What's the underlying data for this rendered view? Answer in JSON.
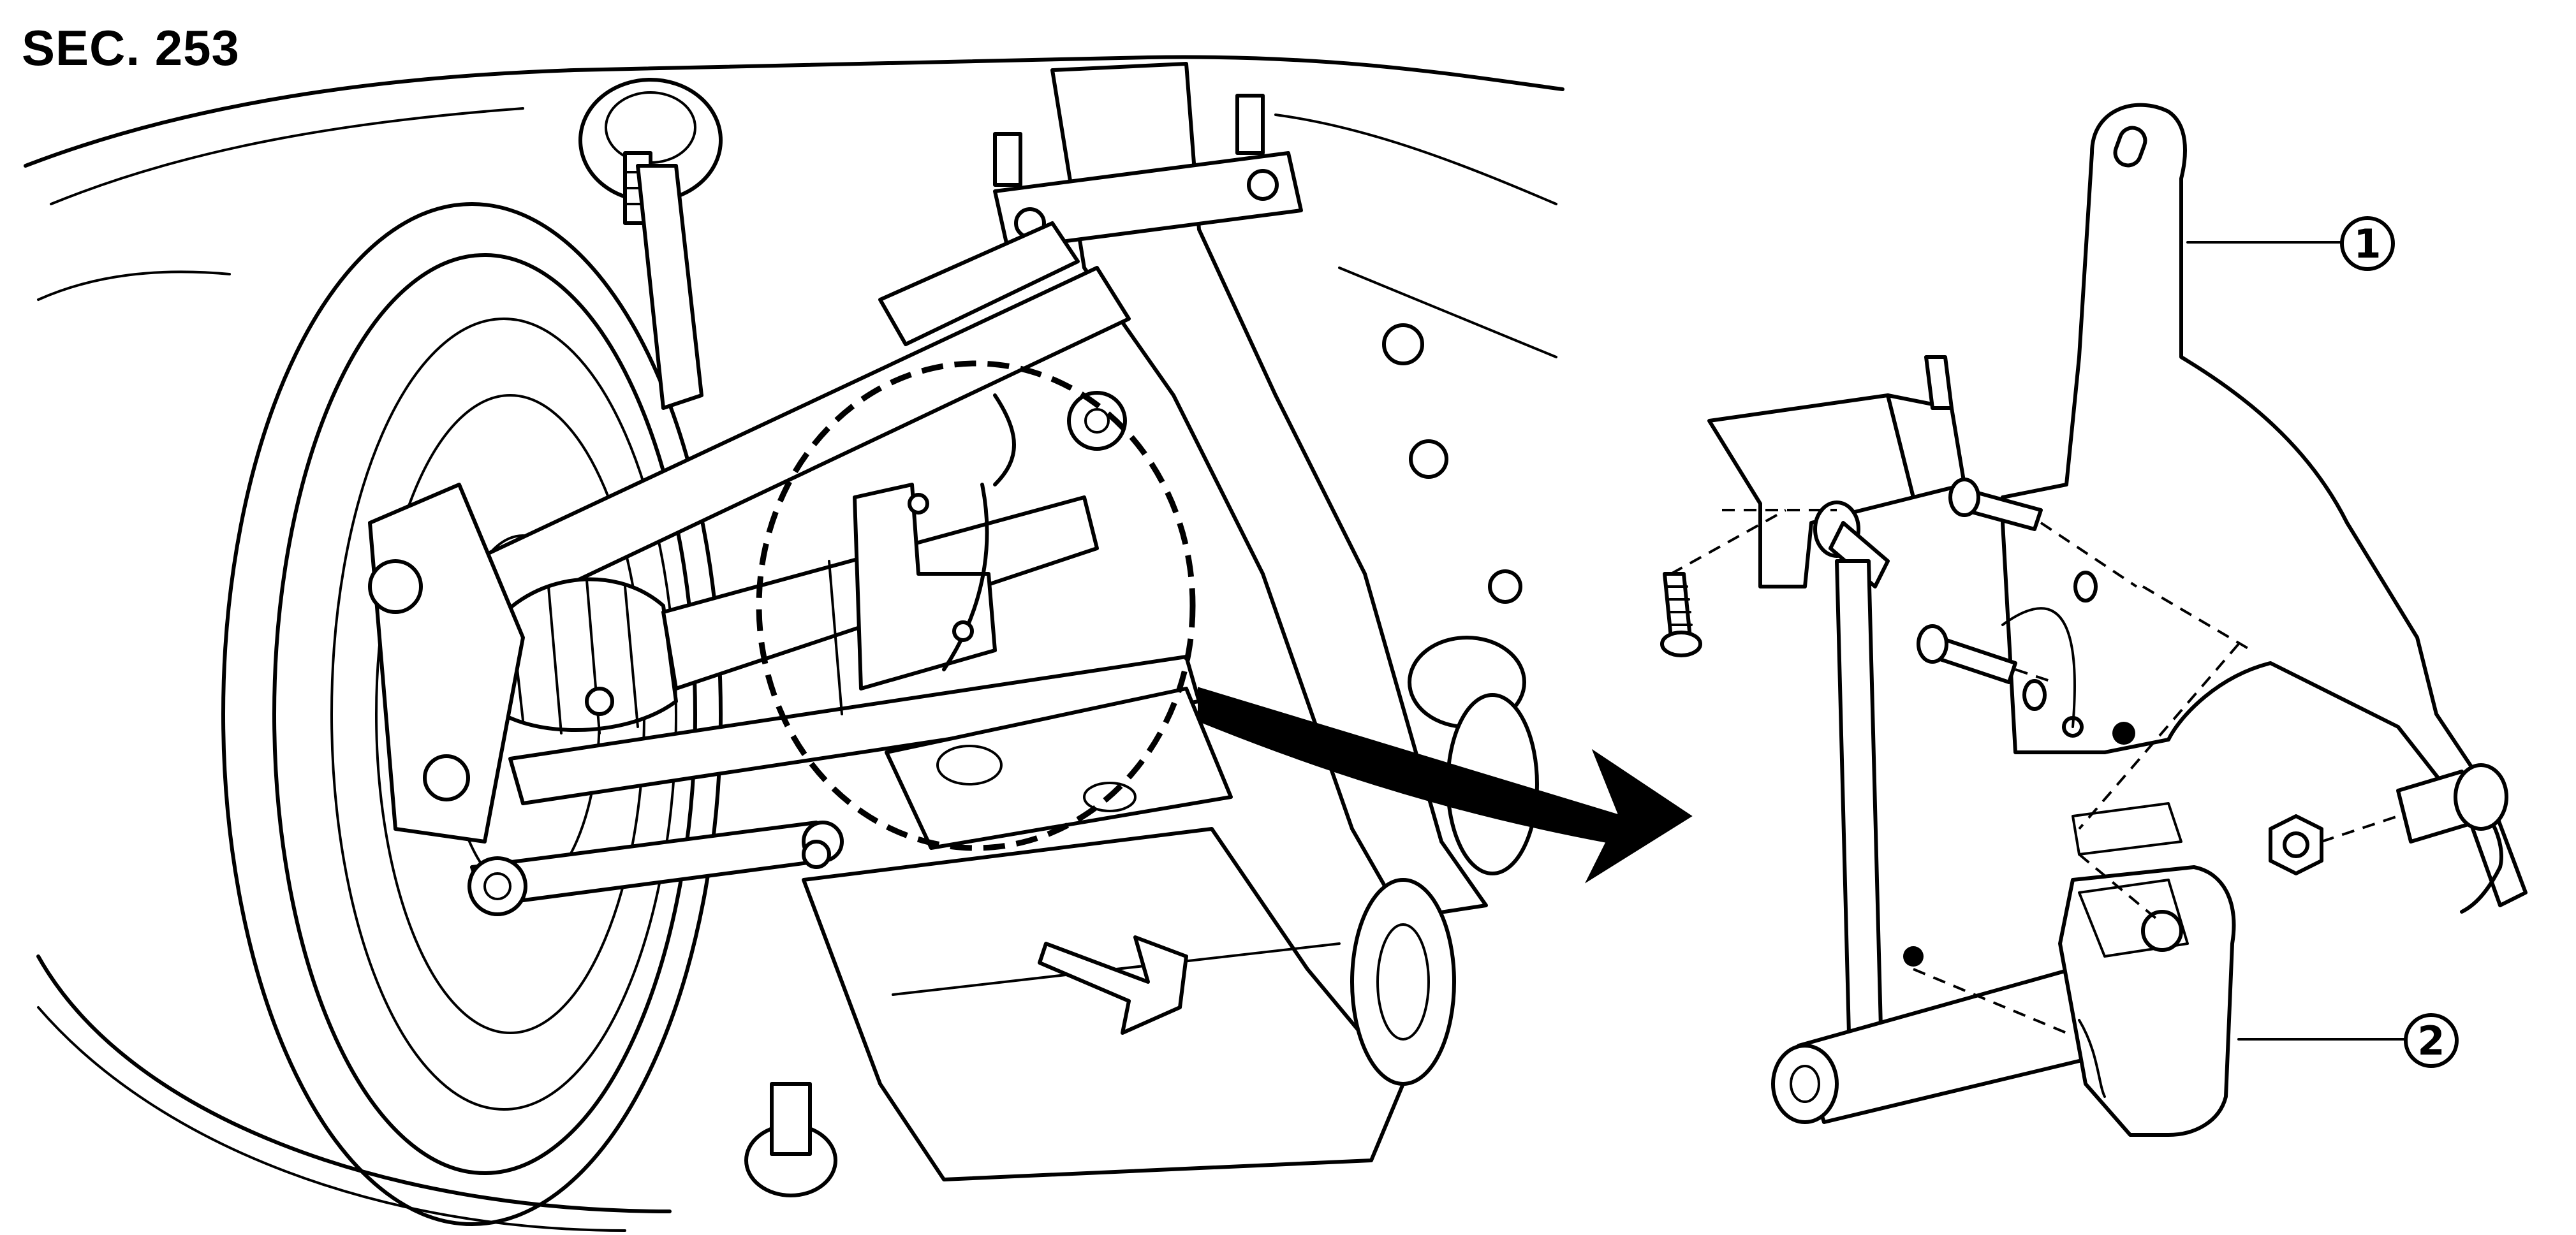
{
  "header": {
    "section_label": "SEC. 253"
  },
  "callouts": [
    {
      "number": "1"
    },
    {
      "number": "2"
    }
  ]
}
